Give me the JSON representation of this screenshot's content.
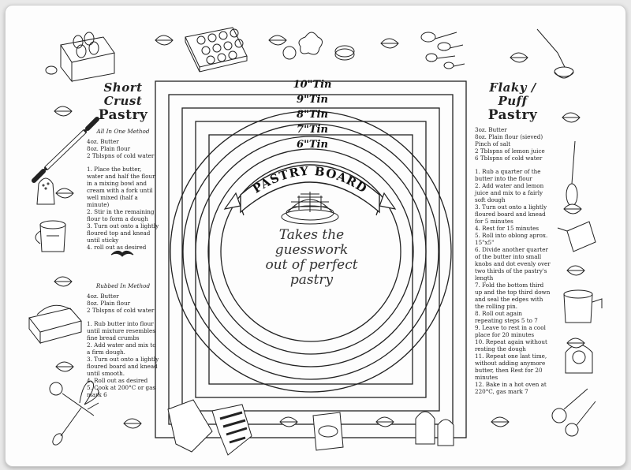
{
  "tins": {
    "t10": "10\"Tin",
    "t9": "9\"Tin",
    "t8": "8\"Tin",
    "t7": "7\"Tin",
    "t6": "6\"Tin"
  },
  "center": {
    "banner": "PASTRY BOARD",
    "slogan_l1": "Takes the",
    "slogan_l2": "guesswork",
    "slogan_l3": "out of perfect",
    "slogan_l4": "pastry"
  },
  "left": {
    "title_l1": "Short Crust",
    "title_l2": "Pastry",
    "method1": "All In One Method",
    "ingredients1": [
      "4oz. Butter",
      "8oz. Plain flour",
      "2 Tblspns of cold water"
    ],
    "steps1": [
      "1. Place the butter, water and half the flour in a mixing bowl and cream with a fork until well mixed (half a minute)",
      "2. Stir in the remaining flour to form a dough",
      "3. Turn out onto a lightly floured top and knead until sticky",
      "4. roll out as desired"
    ],
    "method2": "Rubbed In Method",
    "ingredients2": [
      "4oz. Butter",
      "8oz. Plain flour",
      "2 Tblspns of cold water"
    ],
    "steps2": [
      "1. Rub butter into flour until mixture resembles fine bread crumbs",
      "2. Add water and mix to a firm dough.",
      "3. Turn out onto a lightly floured board and knead until smooth.",
      "4. Roll out as desired",
      "5. Cook at 200°C or gas mark 6"
    ]
  },
  "right": {
    "title_l1": "Flaky / Puff",
    "title_l2": "Pastry",
    "ingredients": [
      "3oz. Butter",
      "8oz. Plain flour (sieved)",
      "Pinch of salt",
      "2 Tblspns of lemon juice",
      "6 Tblspns of cold water"
    ],
    "steps": [
      "1. Rub a quarter of the butter into the flour",
      "2. Add water and lemon juice and mix to a fairly soft dough",
      "3. Turn out onto a lightly floured board and knead for 5 minutes",
      "4. Rest for 15 minutes",
      "5. Roll into oblong aprox. 15\"x5\"",
      "6. Divide another quarter of the butter into small knobs and dot evenly over two thirds of the pastry's length",
      "7. Fold the bottom third up and the top third down and seal the edges with the rolling pin.",
      "8. Roll out again repeating steps 5 to 7",
      "9. Leave to rest in a cool place for 20 minutes",
      "10. Repeat again without resting the dough",
      "11. Repeat one last time, without adding anymore butter, then Rest for 20 minutes",
      "12. Bake in a hot oven at 220°C, gas mark 7"
    ]
  },
  "icons": {
    "egg_box": "egg-box-icon",
    "bun_tray": "bun-tray-icon",
    "cutters": "pastry-cutters-icon",
    "measuring_spoons": "measuring-spoons-icon",
    "rolling_pin": "rolling-pin-icon",
    "wooden_spoon": "wooden-spoon-icon",
    "whisk": "whisk-icon",
    "leaf": "leaf-icon"
  },
  "colors": {
    "board": "#fdfdfd",
    "ink": "#222222"
  }
}
